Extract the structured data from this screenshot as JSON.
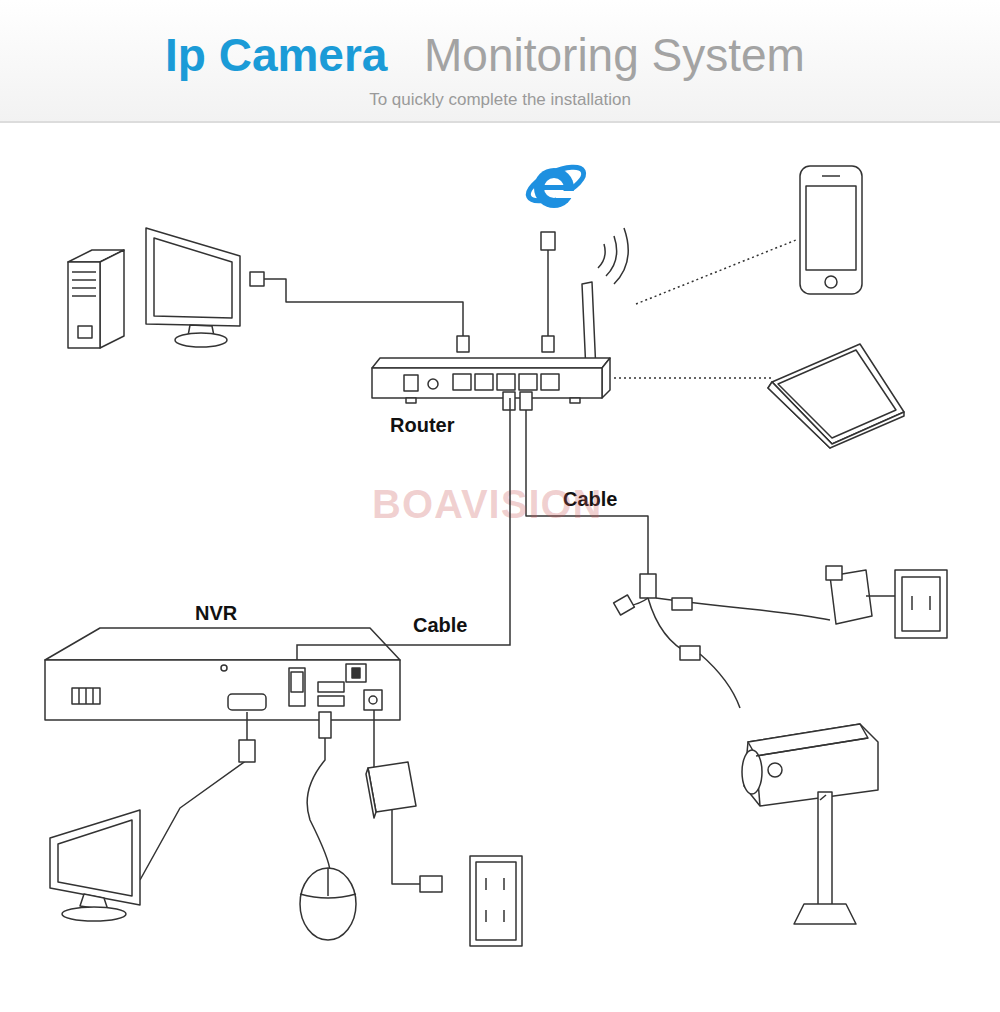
{
  "diagram": {
    "title": "Ip Camera",
    "caption": "To quickly complete the installation",
    "nodes": [
      {
        "text": [
          "Router"
        ]
      },
      {
        "text": [
          "NVR"
        ]
      }
    ],
    "edges": [
      {
        "from": 1,
        "to": 0,
        "label": "Cable",
        "arrow": "none"
      }
    ],
    "labels": [
      "Monitoring System",
      "Cable",
      "BOAVISION"
    ]
  }
}
